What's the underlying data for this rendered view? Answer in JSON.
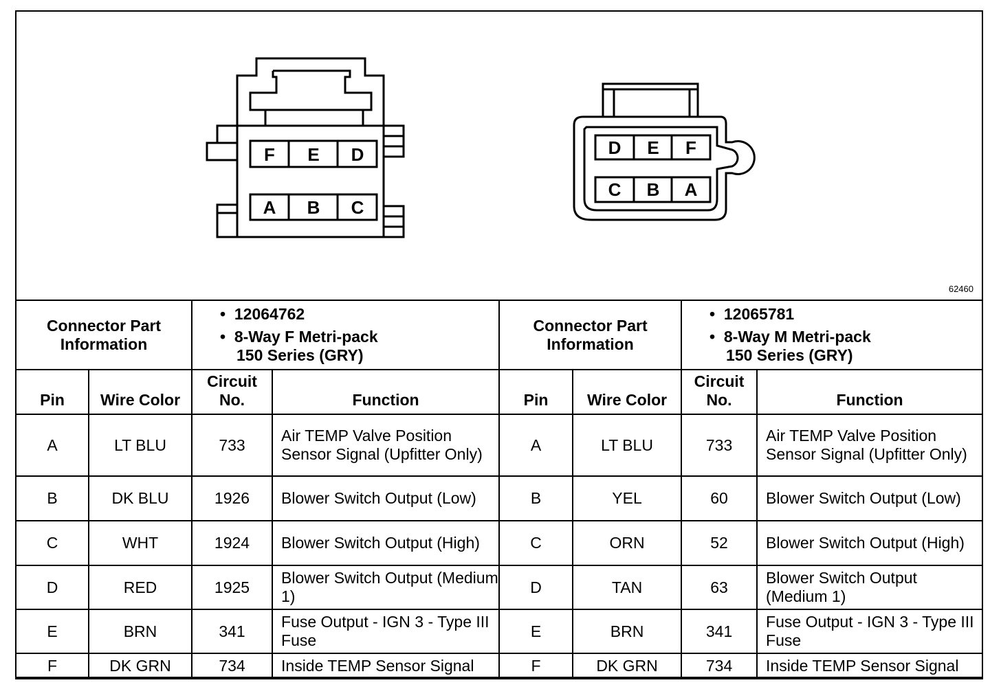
{
  "figure_id": "62460",
  "connector_f": {
    "top_row": [
      "F",
      "E",
      "D"
    ],
    "bottom_row": [
      "A",
      "B",
      "C"
    ]
  },
  "connector_m": {
    "top_row": [
      "D",
      "E",
      "F"
    ],
    "bottom_row": [
      "C",
      "B",
      "A"
    ]
  },
  "left_info": {
    "label": "Connector Part Information",
    "part_number": "12064762",
    "description_line1": "8-Way F Metri-pack",
    "description_line2": "150 Series (GRY)"
  },
  "right_info": {
    "label": "Connector Part Information",
    "part_number": "12065781",
    "description_line1": "8-Way M Metri-pack",
    "description_line2": "150 Series (GRY)"
  },
  "headers": {
    "pin": "Pin",
    "wire_color": "Wire Color",
    "circuit_no": "Circuit No.",
    "function": "Function"
  },
  "rows": [
    {
      "pin": "A",
      "l_wire": "LT BLU",
      "l_circuit": "733",
      "l_function": "Air TEMP Valve Position Sensor Signal (Upfitter Only)",
      "r_wire": "LT BLU",
      "r_circuit": "733",
      "r_function": "Air TEMP Valve Position Sensor Signal (Upfitter Only)"
    },
    {
      "pin": "B",
      "l_wire": "DK BLU",
      "l_circuit": "1926",
      "l_function": "Blower Switch Output (Low)",
      "r_wire": "YEL",
      "r_circuit": "60",
      "r_function": "Blower Switch Output (Low)"
    },
    {
      "pin": "C",
      "l_wire": "WHT",
      "l_circuit": "1924",
      "l_function": "Blower Switch Output (High)",
      "r_wire": "ORN",
      "r_circuit": "52",
      "r_function": "Blower Switch Output (High)"
    },
    {
      "pin": "D",
      "l_wire": "RED",
      "l_circuit": "1925",
      "l_function": "Blower Switch Output (Medium 1)",
      "r_wire": "TAN",
      "r_circuit": "63",
      "r_function": "Blower Switch Output (Medium 1)"
    },
    {
      "pin": "E",
      "l_wire": "BRN",
      "l_circuit": "341",
      "l_function": "Fuse Output - IGN 3 - Type III Fuse",
      "r_wire": "BRN",
      "r_circuit": "341",
      "r_function": "Fuse Output - IGN 3 - Type III Fuse"
    },
    {
      "pin": "F",
      "l_wire": "DK GRN",
      "l_circuit": "734",
      "l_function": "Inside TEMP Sensor Signal",
      "r_wire": "DK GRN",
      "r_circuit": "734",
      "r_function": "Inside TEMP Sensor Signal"
    }
  ]
}
